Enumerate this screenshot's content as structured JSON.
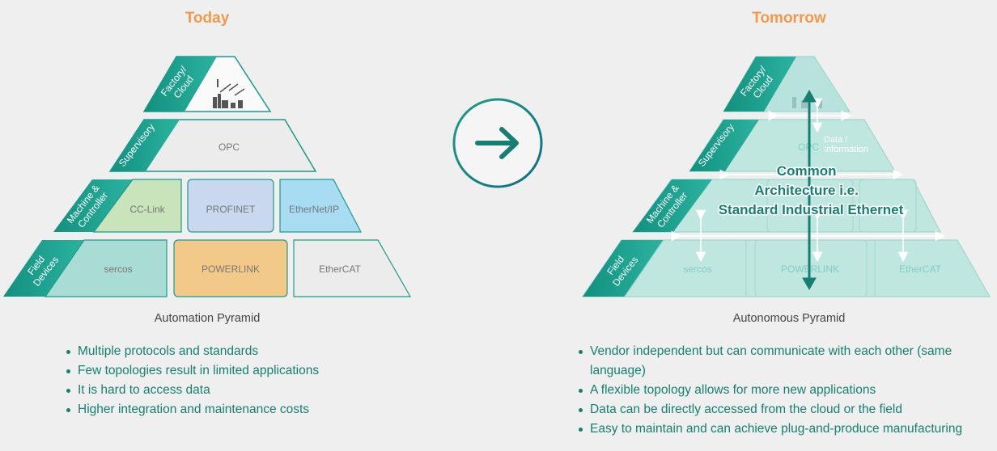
{
  "today": {
    "title": "Today",
    "caption": "Automation Pyramid",
    "levels": {
      "factory": [
        "Factory/",
        "Cloud"
      ],
      "supervisory": "Supervisory",
      "machine": [
        "Machine &",
        "Controller"
      ],
      "field": [
        "Field",
        "Devices"
      ]
    },
    "protocols": {
      "opc": "OPC",
      "cclink": "CC-Link",
      "profinet": "PROFINET",
      "ethernetip": "EtherNet/IP",
      "sercos": "sercos",
      "powerlink": "POWERLINK",
      "ethercat": "EtherCAT"
    },
    "bullets": [
      "Multiple protocols and standards",
      "Few topologies result in limited applications",
      "It is hard to access data",
      "Higher integration and maintenance costs"
    ]
  },
  "tomorrow": {
    "title": "Tomorrow",
    "caption": "Autonomous Pyramid",
    "levels": {
      "factory": [
        "Factory/",
        "Cloud"
      ],
      "supervisory": "Supervisory",
      "machine": [
        "Machine &",
        "Controller"
      ],
      "field": [
        "Field",
        "Devices"
      ]
    },
    "protocols": {
      "opc": "OPC",
      "sercos": "sercos",
      "powerlink": "POWERLINK",
      "ethercat": "EtherCAT"
    },
    "data_label": [
      "Data /",
      "Information"
    ],
    "common_label": [
      "Common",
      "Architecture i.e.",
      "Standard Industrial Ethernet"
    ],
    "bullets": [
      "Vendor independent but can communicate with each other (same language)",
      "A flexible topology allows for more new applications",
      "Data can be directly accessed from the cloud or the field",
      "Easy to maintain and can achieve plug-and-produce manufacturing"
    ]
  },
  "colors": {
    "accent_orange": "#f39a4a",
    "teal": "#1a9a8b",
    "teal_text": "#147f72",
    "cclink_green": "#c9e4bb",
    "profinet_blue": "#c9d8ef",
    "ethernetip_blue": "#a7dcf2",
    "sercos_teal": "#a9dcd4",
    "powerlink_orange": "#f3c98a",
    "ethercat_gray": "#ececec"
  }
}
